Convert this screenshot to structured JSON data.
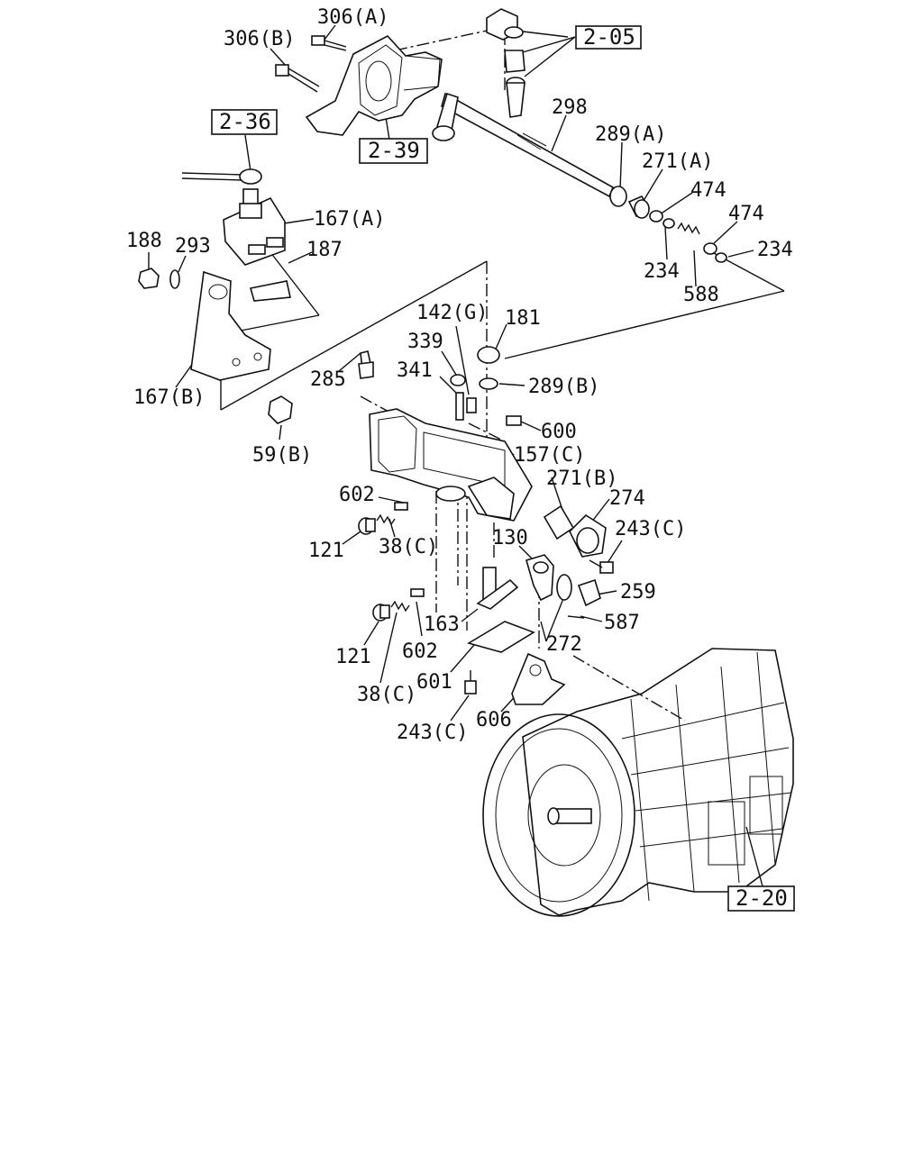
{
  "references": [
    {
      "id": "ref-2-05",
      "text": "2-05"
    },
    {
      "id": "ref-2-36",
      "text": "2-36"
    },
    {
      "id": "ref-2-39",
      "text": "2-39"
    },
    {
      "id": "ref-2-20",
      "text": "2-20"
    }
  ],
  "labels": [
    {
      "id": "306a",
      "text": "306(A)"
    },
    {
      "id": "306b",
      "text": "306(B)"
    },
    {
      "id": "298",
      "text": "298"
    },
    {
      "id": "289a",
      "text": "289(A)"
    },
    {
      "id": "271a",
      "text": "271(A)"
    },
    {
      "id": "474a",
      "text": "474"
    },
    {
      "id": "474b",
      "text": "474"
    },
    {
      "id": "234a",
      "text": "234"
    },
    {
      "id": "234b",
      "text": "234"
    },
    {
      "id": "588",
      "text": "588"
    },
    {
      "id": "167a",
      "text": "167(A)"
    },
    {
      "id": "188",
      "text": "188"
    },
    {
      "id": "293",
      "text": "293"
    },
    {
      "id": "187",
      "text": "187"
    },
    {
      "id": "167b",
      "text": "167(B)"
    },
    {
      "id": "59b",
      "text": "59(B)"
    },
    {
      "id": "142g",
      "text": "142(G)"
    },
    {
      "id": "181",
      "text": "181"
    },
    {
      "id": "339",
      "text": "339"
    },
    {
      "id": "341",
      "text": "341"
    },
    {
      "id": "285",
      "text": "285"
    },
    {
      "id": "289b",
      "text": "289(B)"
    },
    {
      "id": "600",
      "text": "600"
    },
    {
      "id": "157c",
      "text": "157(C)"
    },
    {
      "id": "271b",
      "text": "271(B)"
    },
    {
      "id": "274",
      "text": "274"
    },
    {
      "id": "602a",
      "text": "602"
    },
    {
      "id": "243c1",
      "text": "243(C)"
    },
    {
      "id": "121a",
      "text": "121"
    },
    {
      "id": "38c1",
      "text": "38(C)"
    },
    {
      "id": "130",
      "text": "130"
    },
    {
      "id": "259",
      "text": "259"
    },
    {
      "id": "587",
      "text": "587"
    },
    {
      "id": "163",
      "text": "163"
    },
    {
      "id": "272",
      "text": "272"
    },
    {
      "id": "121b",
      "text": "121"
    },
    {
      "id": "602b",
      "text": "602"
    },
    {
      "id": "601",
      "text": "601"
    },
    {
      "id": "38c2",
      "text": "38(C)"
    },
    {
      "id": "606",
      "text": "606"
    },
    {
      "id": "243c2",
      "text": "243(C)"
    }
  ]
}
